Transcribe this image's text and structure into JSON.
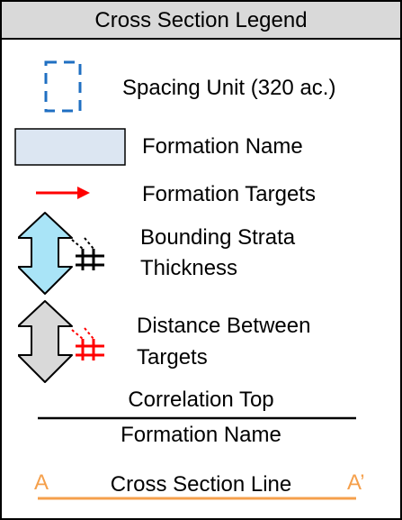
{
  "legend": {
    "title": "Cross Section Legend",
    "items": {
      "spacing_unit": "Spacing Unit (320 ac.)",
      "formation_name_box": "Formation Name",
      "formation_targets": "Formation Targets",
      "bounding_strata_line1": "Bounding Strata",
      "bounding_strata_line2": "Thickness",
      "distance_targets_line1": "Distance Between",
      "distance_targets_line2": "Targets",
      "correlation_top": "Correlation Top",
      "correlation_formation": "Formation Name",
      "cross_section_line": "Cross Section Line",
      "line_start": "A",
      "line_end": "A’"
    }
  },
  "colors": {
    "header_bg": "#d9d9d9",
    "spacing_unit_dash": "#1f6fc2",
    "formation_box_fill": "#dce6f2",
    "target_arrow": "#ff0000",
    "bounding_arrow_fill": "#a9e4f7",
    "distance_arrow_fill": "#d9d9d9",
    "cross_section_line": "#f5a04c"
  },
  "icons": {
    "spacing_unit": "dashed-square-icon",
    "formation_box": "rectangle-icon",
    "target": "red-arrow-icon",
    "bounding_strata": "blue-double-arrow-hash-icon",
    "distance_between": "gray-double-arrow-red-hash-icon"
  }
}
